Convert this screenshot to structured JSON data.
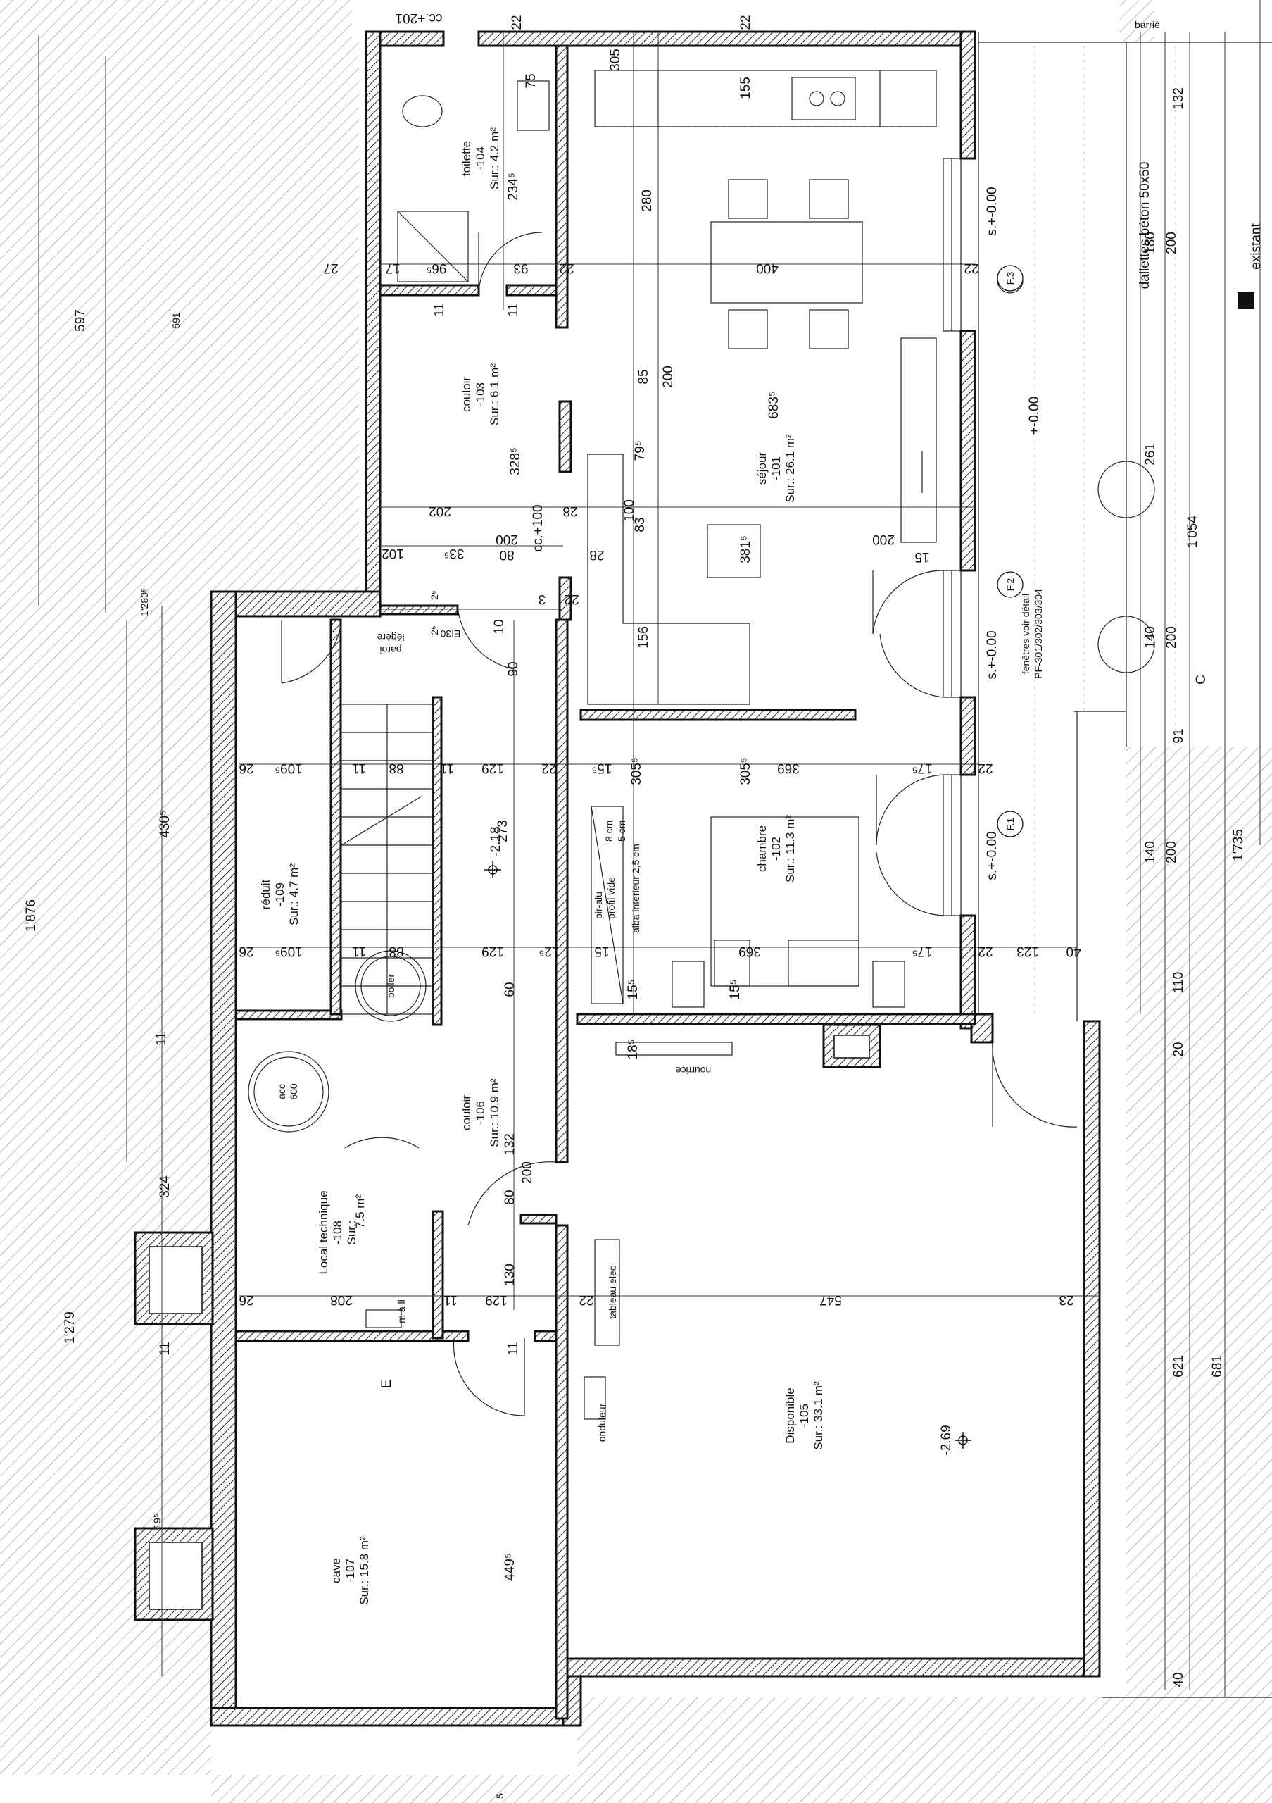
{
  "rooms": {
    "toilette": {
      "name": "toilette",
      "num": "-104",
      "area": "Sur.: 4.2 m²"
    },
    "couloir103": {
      "name": "couloir",
      "num": "-103",
      "area": "Sur.: 6.1 m²"
    },
    "sejour": {
      "name": "séjour",
      "num": "-101",
      "area": "Sur.: 26.1 m²"
    },
    "chambre": {
      "name": "chambre",
      "num": "-102",
      "area": "Sur.: 11.3 m²"
    },
    "reduit": {
      "name": "réduit",
      "num": "-109",
      "area": "Sur.: 4.7 m²"
    },
    "couloir106": {
      "name": "couloir",
      "num": "-106",
      "area": "Sur.: 10.9 m²"
    },
    "local": {
      "name": "Local technique",
      "num": "-108",
      "area": "Sur.:",
      "area2": "7.5 m²"
    },
    "disponible": {
      "name": "Disponible",
      "num": "-105",
      "area": "Sur.: 33.1 m²"
    },
    "cave": {
      "name": "cave",
      "num": "-107",
      "area": "Sur.: 15.8 m²"
    }
  },
  "labels": {
    "cc_top": "cc.+201",
    "cc_mid": "cc.+100",
    "s_f3": "s.+-0.00",
    "s_f2": "s.+-0.00",
    "s_f1": "s.+-0.00",
    "pm000": "+-0.00",
    "dallettes": "dallettes béton 50x50",
    "existant": "existant",
    "barrie": "barriè",
    "fenetres1": "fenêtres voir détail",
    "fenetres2": "PF-301/302/303/304",
    "F3": "F.3",
    "F2": "F.2",
    "F1": "F.1",
    "level218": "-2.18",
    "level269": "-2.69",
    "paroi": "paroi",
    "legere": "légère",
    "EI30": "EI30",
    "pir1": "pir-alu",
    "pir2": "8 cm",
    "pir3": "profil vide",
    "pir4": "5 cm",
    "pir5": "alba interieur 2,5 cm",
    "boiler": "boiler",
    "acc1": "acc",
    "acc2": "600",
    "nourrice": "nourrice",
    "tableau": "tableau elec",
    "onduleur": "onduleur",
    "mall": "m à ll",
    "C": "C",
    "E": "E"
  },
  "dims": {
    "d22a": "22",
    "d22b": "22",
    "d305": "305",
    "d155": "155",
    "d75": "75",
    "d2345": "234⁵",
    "d280": "280",
    "d400": "400",
    "d180": "180",
    "d200a": "200",
    "d132": "132",
    "d27": "27",
    "d17": "17",
    "d965": "96⁵",
    "d93": "93",
    "d22c": "22",
    "d22d": "22",
    "d11a": "11",
    "d11b": "11",
    "d597": "597",
    "d591": "591",
    "d85": "85",
    "d200b": "200",
    "d6835": "683⁵",
    "d3285": "328⁵",
    "d795": "79⁵",
    "d261": "261",
    "d1054": "1'054",
    "d202": "202",
    "d100": "100",
    "d83": "83",
    "d200c": "200",
    "d3815": "381⁵",
    "d200d": "200",
    "d15": "15",
    "d102": "102",
    "d335": "33⁵",
    "d80": "80",
    "d28a": "28",
    "d28b": "28",
    "d25a": "2⁵",
    "d25b": "2⁵",
    "d3": "3",
    "d22e": "22",
    "d156": "156",
    "d10a": "10",
    "d90": "90",
    "d140a": "140",
    "d200e": "200",
    "d1280": "1'280⁵",
    "d4305": "430⁵",
    "d26a": "26",
    "d1095a": "109⁵",
    "d11c": "11",
    "d88a": "88",
    "d11d": "11",
    "d129a": "129",
    "d22f": "22",
    "d155b": "15⁵",
    "d3055": "305⁵",
    "d3055b": "305⁵",
    "d369a": "369",
    "d175a": "17⁵",
    "d22g": "22",
    "d91": "91",
    "d1735": "1'735",
    "d273": "273",
    "d140b": "140",
    "d200f": "200",
    "d1876": "1'876",
    "d26b": "26",
    "d1095b": "109⁵",
    "d11e": "11",
    "d88b": "88",
    "d129b": "129",
    "d125": "12⁵",
    "d15c": "15",
    "d369b": "369",
    "d175b": "17⁵",
    "d22h": "22",
    "d123": "123",
    "d40a": "40",
    "d110": "110",
    "d60": "60",
    "d155c": "15⁵",
    "d155d": "15⁵",
    "d185": "18⁵",
    "d20": "20",
    "d11f": "11",
    "d324": "324",
    "d132b": "132",
    "d200g": "200",
    "d80b": "80",
    "d26c": "26",
    "d208": "208",
    "d11g": "11",
    "d129c": "129",
    "d130": "130",
    "d22i": "22",
    "d547": "547",
    "d23": "23",
    "d1279": "1'279",
    "d11h": "11",
    "d11i": "11",
    "d621": "621",
    "d681": "681",
    "d4495": "449⁵",
    "d195": "19⁵",
    "d40b": "40",
    "d5": "5"
  }
}
